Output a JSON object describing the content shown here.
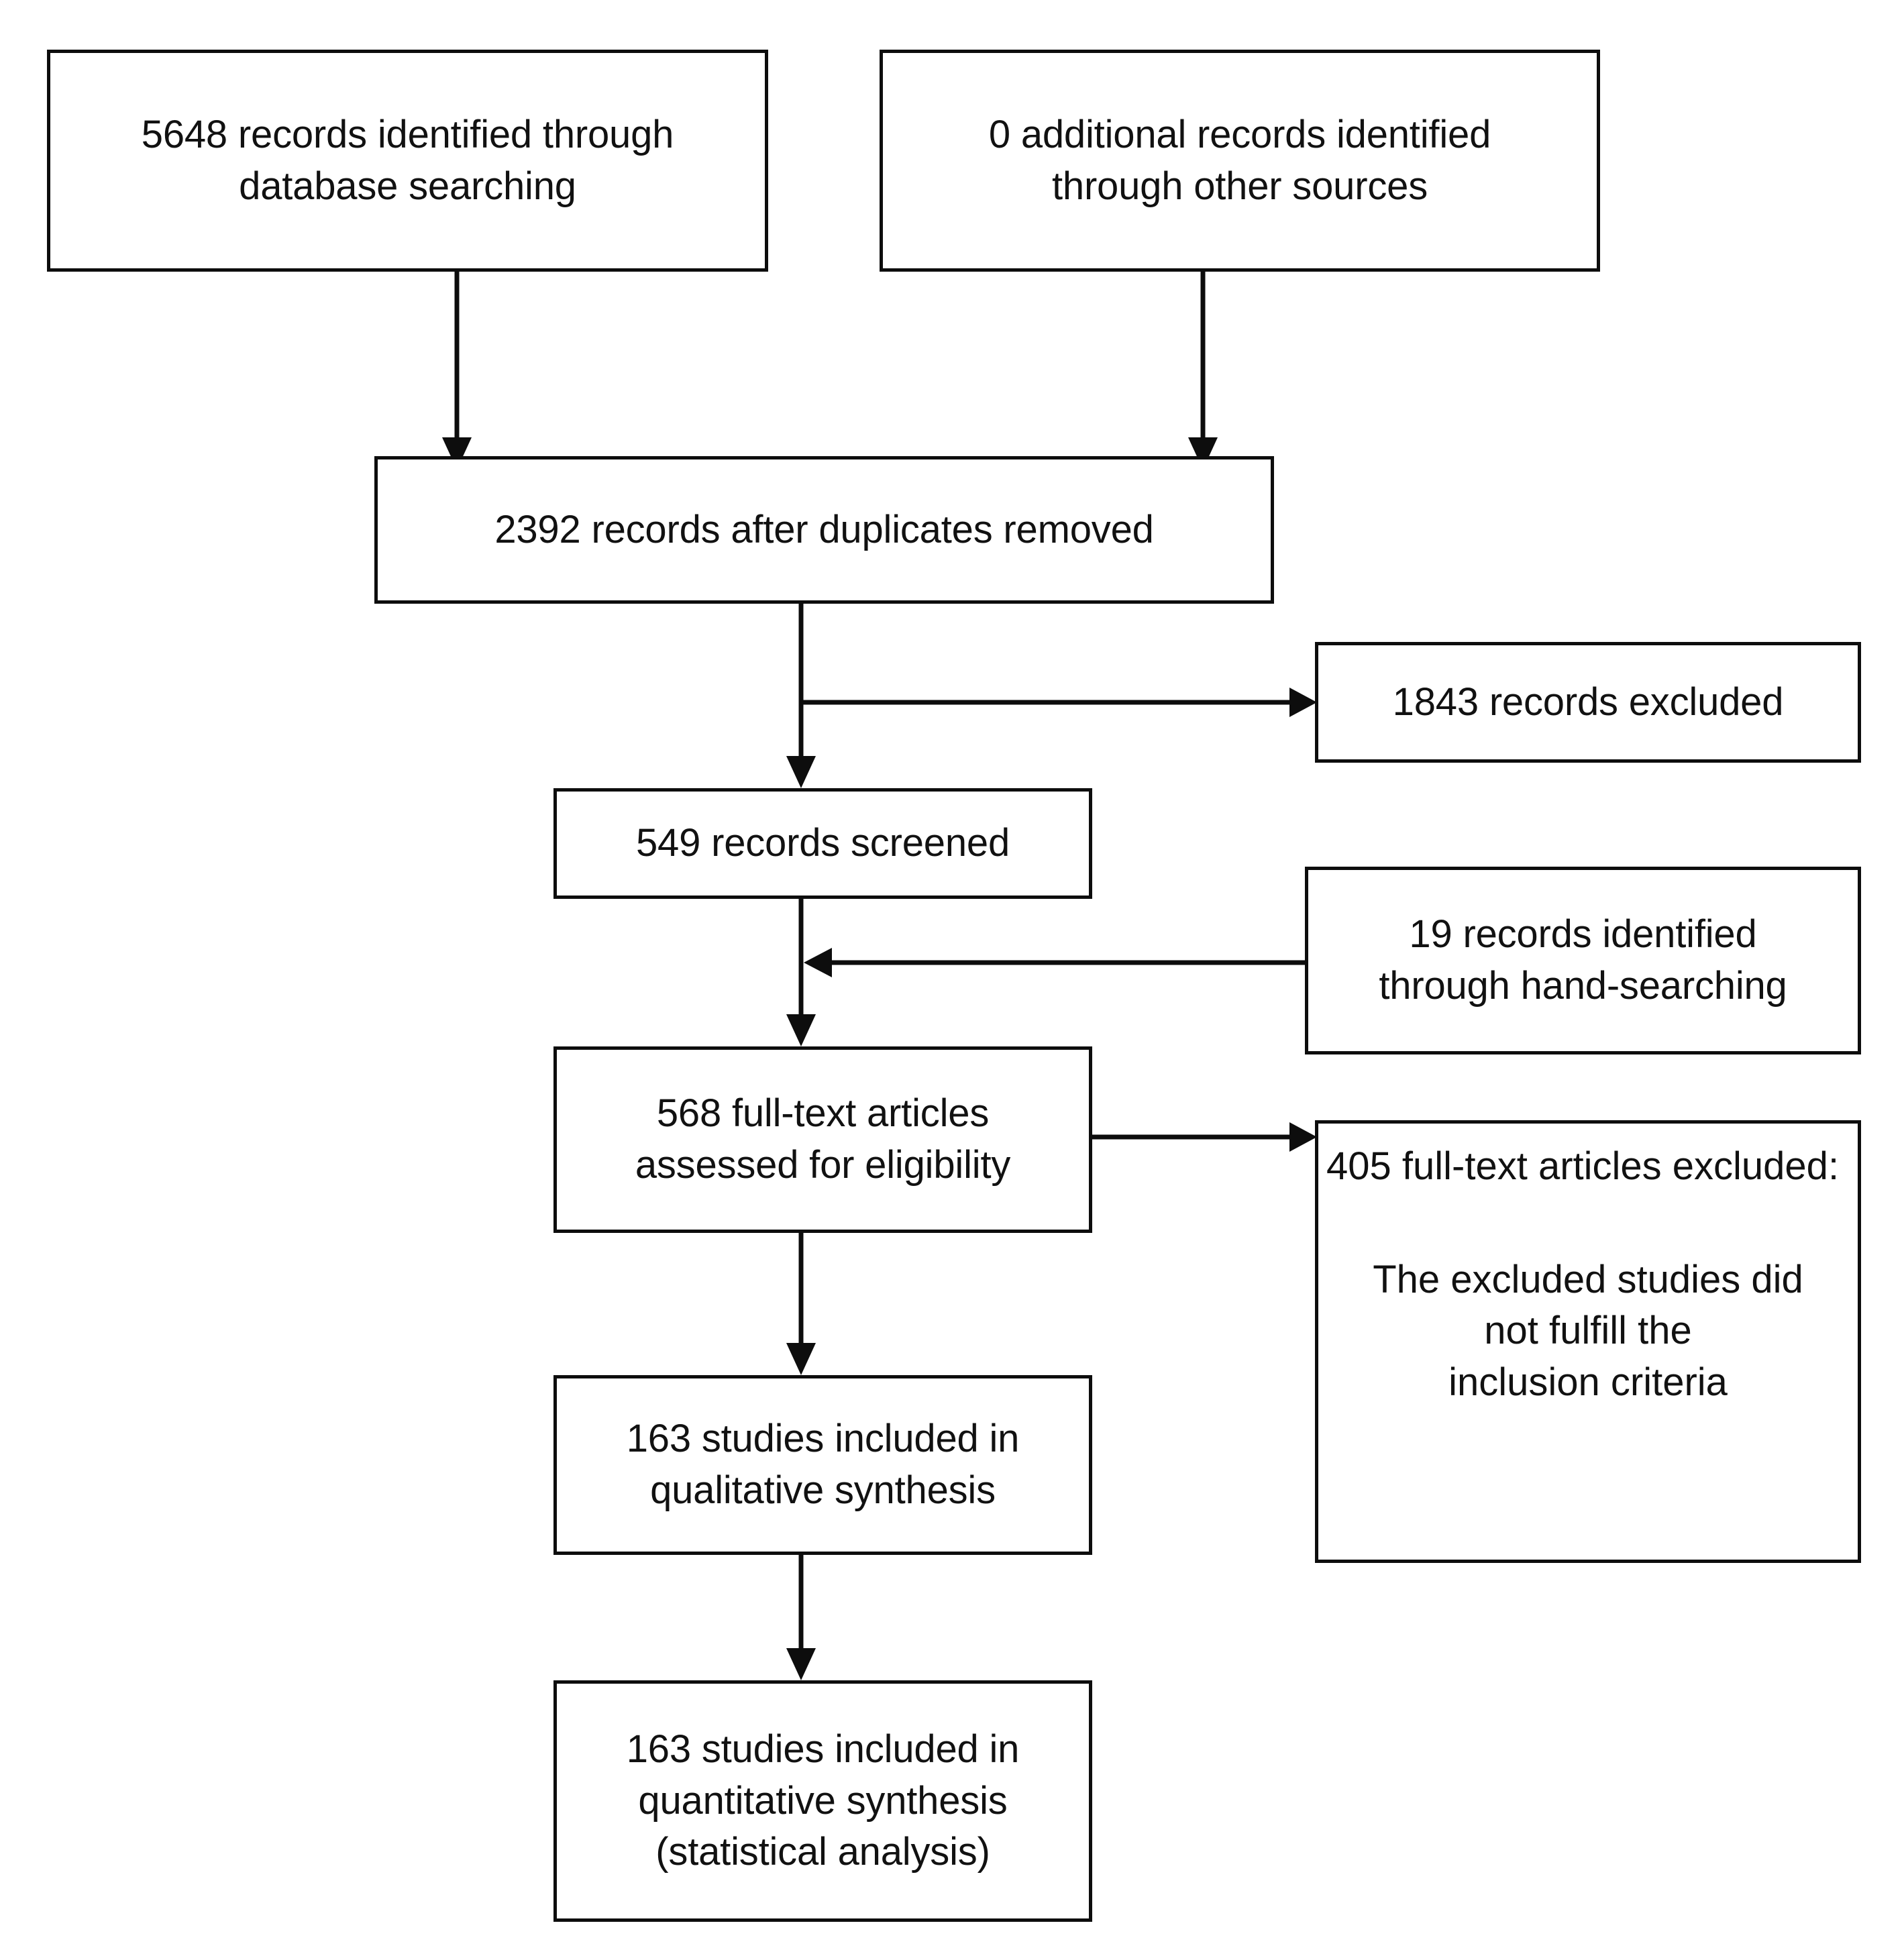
{
  "diagram": {
    "type": "prisma-flow-diagram",
    "title": "",
    "background_color": "#ffffff",
    "line_color": "#0d0d0d",
    "text_color": "#111111",
    "boxes": [
      {
        "id": "records-database",
        "text": "5648 records identified through\ndatabase searching",
        "count": 5648,
        "stage": "identification"
      },
      {
        "id": "records-other-sources",
        "text": "0 additional records identified\nthrough other sources",
        "count": 0,
        "stage": "identification"
      },
      {
        "id": "records-after-duplicates",
        "text": "2392 records after duplicates removed",
        "count": 2392,
        "stage": "screening"
      },
      {
        "id": "records-excluded",
        "text": "1843 records excluded",
        "count": 1843,
        "stage": "screening"
      },
      {
        "id": "records-screened",
        "text": "549 records screened",
        "count": 549,
        "stage": "screening"
      },
      {
        "id": "records-hand-searching",
        "text": "19 records identified\nthrough hand-searching",
        "count": 19,
        "stage": "screening"
      },
      {
        "id": "fulltext-assessed",
        "text": "568 full-text articles\nassessed for eligibility",
        "count": 568,
        "stage": "eligibility"
      },
      {
        "id": "fulltext-excluded",
        "heading": "405 full-text articles excluded:",
        "reason": "The excluded studies did\nnot fulfill the\ninclusion criteria",
        "count": 405,
        "stage": "eligibility"
      },
      {
        "id": "qualitative-synthesis",
        "text": "163 studies included in\nqualitative synthesis",
        "count": 163,
        "stage": "included"
      },
      {
        "id": "quantitative-synthesis",
        "text": "163 studies included in\nquantitative synthesis\n(statistical analysis)",
        "count": 163,
        "stage": "included"
      }
    ],
    "connectors": [
      {
        "id": "db-to-duplicates",
        "from": "records-database",
        "to": "records-after-duplicates",
        "direction": "down"
      },
      {
        "id": "other-to-duplicates",
        "from": "records-other-sources",
        "to": "records-after-duplicates",
        "direction": "down"
      },
      {
        "id": "duplicates-to-screened",
        "from": "records-after-duplicates",
        "to": "records-screened",
        "direction": "down"
      },
      {
        "id": "duplicates-to-excluded",
        "from": "records-after-duplicates",
        "to": "records-excluded",
        "direction": "right"
      },
      {
        "id": "handsearch-to-stem",
        "from": "records-hand-searching",
        "to": "fulltext-assessed",
        "direction": "left"
      },
      {
        "id": "screened-to-fulltext",
        "from": "records-screened",
        "to": "fulltext-assessed",
        "direction": "down"
      },
      {
        "id": "fulltext-to-excluded",
        "from": "fulltext-assessed",
        "to": "fulltext-excluded",
        "direction": "right"
      },
      {
        "id": "fulltext-to-qualitative",
        "from": "fulltext-assessed",
        "to": "qualitative-synthesis",
        "direction": "down"
      },
      {
        "id": "qualitative-to-quantitative",
        "from": "qualitative-synthesis",
        "to": "quantitative-synthesis",
        "direction": "down"
      }
    ]
  }
}
